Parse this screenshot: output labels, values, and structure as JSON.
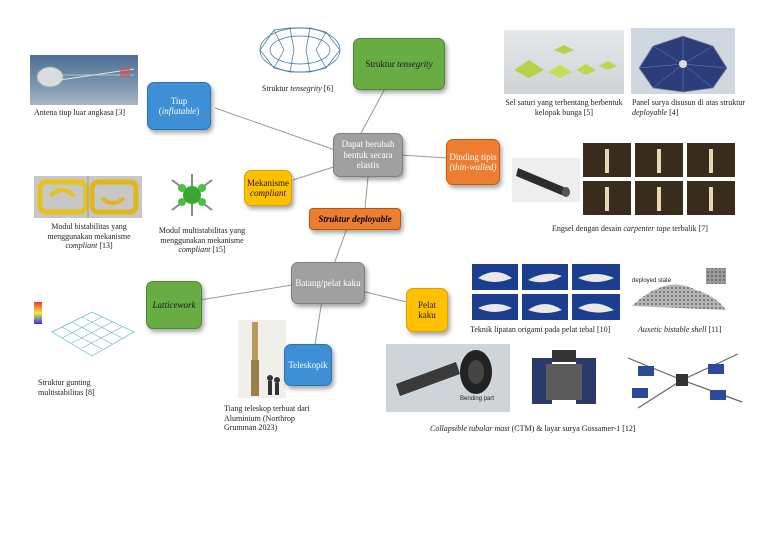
{
  "center": {
    "label": "Struktur deployable"
  },
  "hubs": {
    "elastic": "Dapat berubah bentuk secara elastis",
    "rigid": "Batang/pelat kaku"
  },
  "nodes": {
    "inflatable_pre": "Tiup (",
    "inflatable_em": "inflatable",
    "inflatable_post": ")",
    "tensegrity_pre": "Struktur ",
    "tensegrity_em": "tensegrity",
    "thinwalled_pre": "Dinding tipis",
    "thinwalled_em": "(thin-walled)",
    "compliant_pre": "Mekanisme",
    "compliant_em": "compliant",
    "latticework": "Latticework",
    "teleskopik": "Teleskopik",
    "pelat_kaku": "Pelat kaku"
  },
  "captions": {
    "antena": "Antena tiup luar angkasa [3]",
    "tensegrity_pre": "Struktur ",
    "tensegrity_em": "tensegrity",
    "tensegrity_post": " [6]",
    "sel_surya": "Sel saturi yang terbentang berbentuk kelopak bunga [5]",
    "panel_pre": "Panel surya disusun di atas struktur ",
    "panel_em": "deployable",
    "panel_post": " [4]",
    "bistabil_pre": "Modul bistabilitas yang menggunakan mekanisme ",
    "bistabil_em": "compliant",
    "bistabil_post": " [13]",
    "multistabil_pre": "Modul multistabilitas yang menggunakan mekanisme ",
    "multistabil_em": "compliant",
    "multistabil_post": " [15]",
    "engsel_pre": "Engsel dengan desain ",
    "engsel_em": "carpenter tape",
    "engsel_post": " terbalik [7]",
    "gunting": "Struktur gunting multistabilitas [8]",
    "tiang": "Tiang teleskop terbuat dari Aluminium (Northrop Grumman 2023)",
    "origami": "Teknik lipatan origami pada pelat tebal [10]",
    "auxetic_em": "Auxetic bistable shell",
    "auxetic_post": " [11]",
    "ctm_em": "Collapsible tubular mast",
    "ctm_post": " (CTM) & layar surya Gossamer-1 [12]",
    "bending_part": "Bending part",
    "deployed_state": "deployed state"
  }
}
